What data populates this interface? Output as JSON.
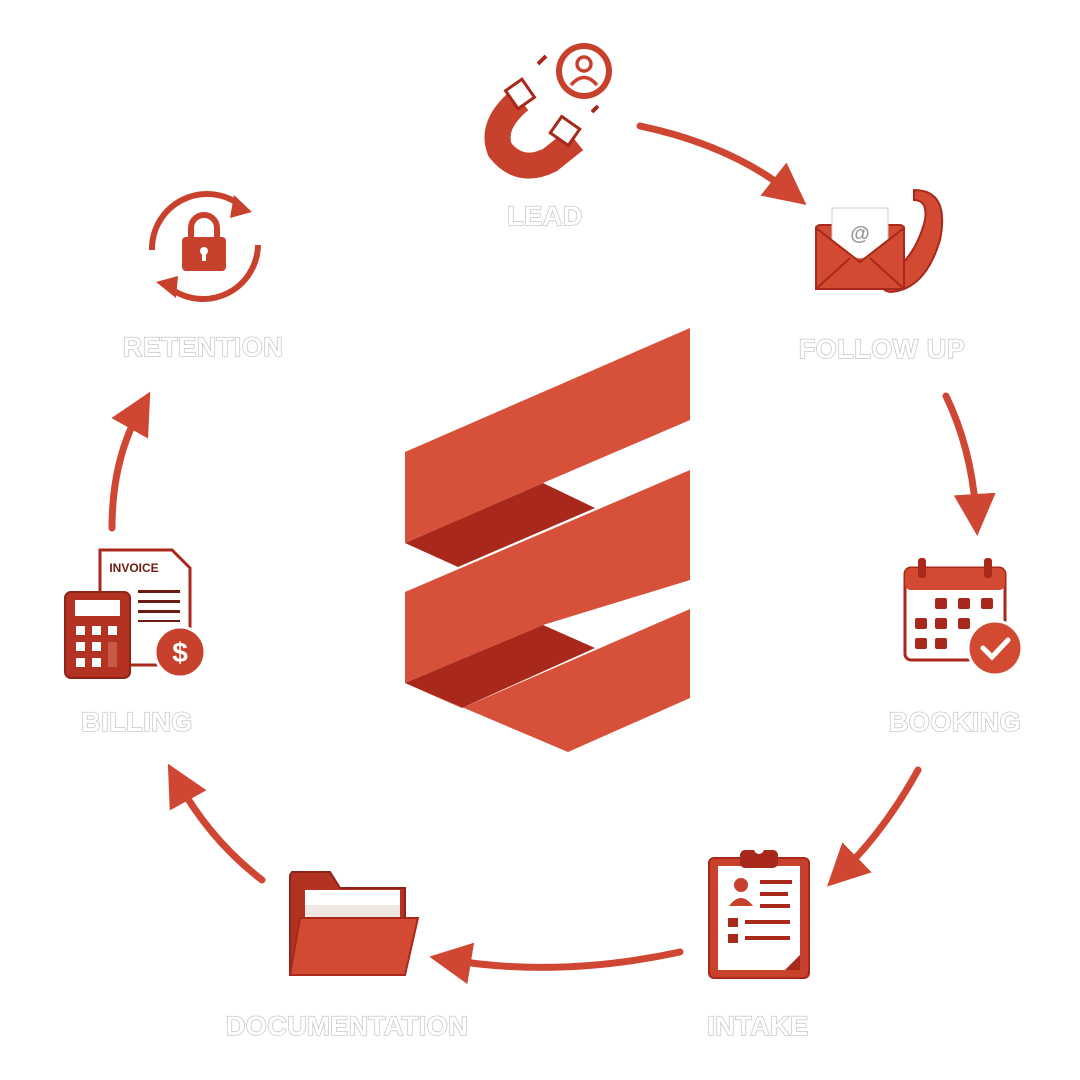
{
  "diagram": {
    "colors": {
      "primary": "#d24a32",
      "dark": "#a8281b",
      "paper": "#fbf6f3"
    },
    "stages": [
      {
        "label": "LEAD",
        "icon": "magnet-user-icon"
      },
      {
        "label": "FOLLOW UP",
        "icon": "envelope-phone-icon"
      },
      {
        "label": "BOOKING",
        "icon": "calendar-check-icon"
      },
      {
        "label": "INTAKE",
        "icon": "clipboard-form-icon"
      },
      {
        "label": "DOCUMENTATION",
        "icon": "folder-icon"
      },
      {
        "label": "BILLING",
        "icon": "invoice-calculator-icon"
      },
      {
        "label": "RETENTION",
        "icon": "lock-cycle-icon"
      }
    ],
    "email_symbol": "@",
    "invoice_text": "INVOICE",
    "dollar_symbol": "$"
  }
}
